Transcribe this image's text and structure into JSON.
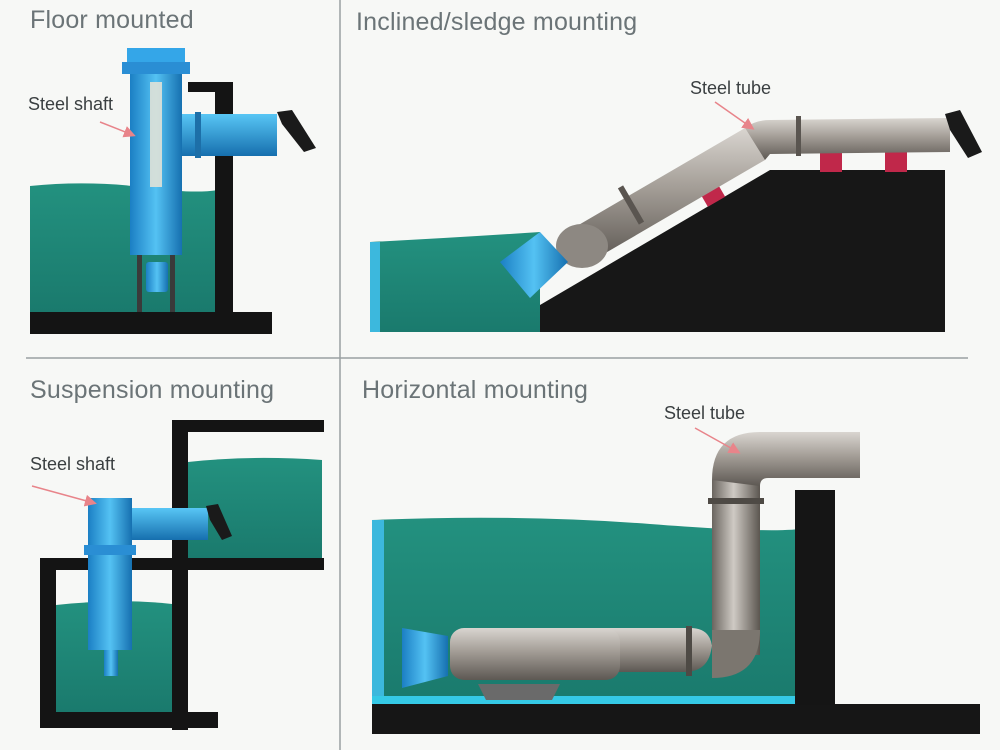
{
  "panels": {
    "floor": {
      "title": "Floor mounted",
      "label": "Steel shaft"
    },
    "inclined": {
      "title": "Inclined/sledge mounting",
      "label": "Steel tube"
    },
    "suspension": {
      "title": "Suspension mounting",
      "label": "Steel shaft"
    },
    "horizontal": {
      "title": "Horizontal mounting",
      "label": "Steel tube"
    }
  },
  "colors": {
    "water": "#1f8a7d",
    "water_dark": "#176c62",
    "pump_blue": "#29a3e6",
    "wall": "#111111",
    "steel": "#9c9690",
    "arrow": "#e8848a",
    "support": "#c0284a"
  }
}
